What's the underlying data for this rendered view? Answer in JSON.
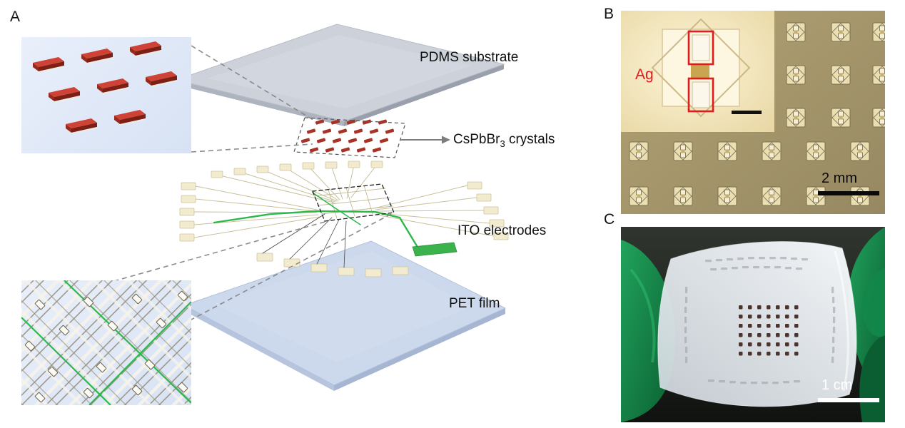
{
  "figure": {
    "panel_a": {
      "label": "A",
      "pdms_label": "PDMS substrate",
      "crystal_label_prefix": "CsPbBr",
      "crystal_label_sub": "3",
      "crystal_label_suffix": " crystals",
      "ito_label": "ITO electrodes",
      "pet_label": "PET film"
    },
    "panel_b": {
      "label": "B",
      "ag_label": "Ag",
      "scale_label": "2 mm"
    },
    "panel_c": {
      "label": "C",
      "scale_label": "1 cm"
    },
    "colors": {
      "crystal_red": "#a93226",
      "inset_blue": "#dde7f7",
      "pdms_gray": "#cdd2da",
      "pet_blue": "#ccd8ec",
      "electrode_cream": "#f2ebcf",
      "highlight_green": "#2db84b",
      "microscope_tan": "#a89a6c",
      "microscope_inset": "#f8eecd",
      "ag_marker_red": "#e21b1b",
      "glove_green": "#157a44"
    }
  }
}
